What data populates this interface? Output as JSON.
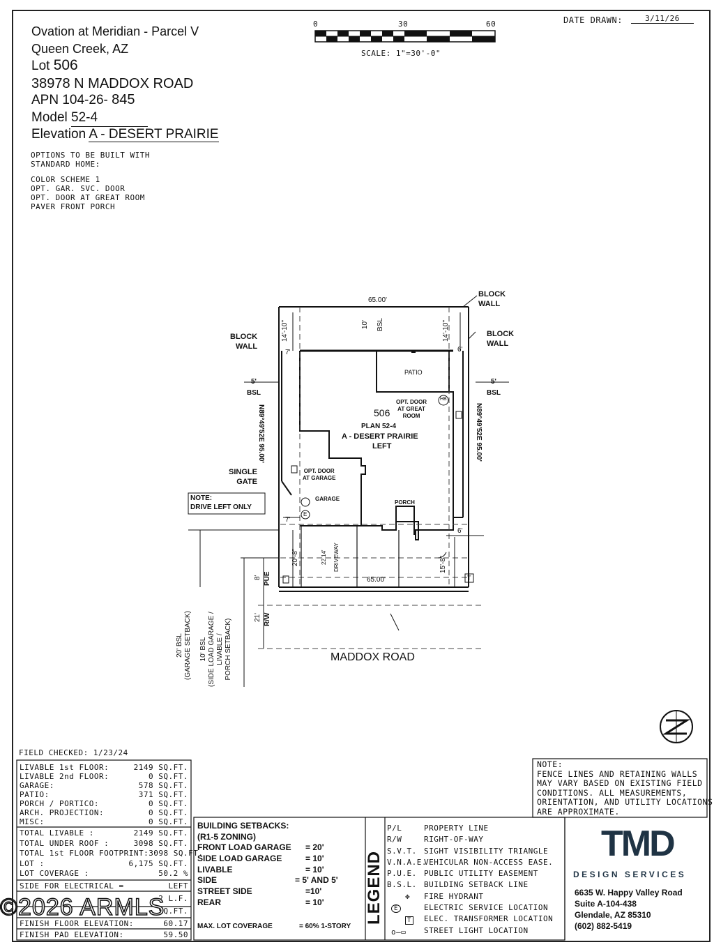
{
  "header": {
    "community": "Ovation at Meridian - Parcel V",
    "city": "Queen Creek, AZ",
    "lot_label": "Lot",
    "lot_number": "506",
    "address": "38978 N MADDOX ROAD",
    "apn_label": "APN 104-26-",
    "apn_suffix": "845",
    "model_label": "Model",
    "model_value": "52-4",
    "elevation_label": "Elevation",
    "elevation_value": "A - DESERT PRAIRIE"
  },
  "options": {
    "heading": [
      "OPTIONS TO BE BUILT WITH",
      "STANDARD HOME:"
    ],
    "items": [
      "COLOR SCHEME 1",
      "OPT. GAR. SVC. DOOR",
      "OPT. DOOR AT GREAT ROOM",
      "PAVER FRONT PORCH"
    ]
  },
  "scale_bar": {
    "ticks": [
      "0",
      "30",
      "60"
    ],
    "scale_text": "SCALE:  1\"=30'-0\""
  },
  "date": {
    "label": "DATE  DRAWN:",
    "value": "3/11/26"
  },
  "plan": {
    "lot_top_width": "65.00'",
    "lot_bottom_width": "65.00'",
    "rear_bsl": "10'",
    "rear_bsl_label": "BSL",
    "left_rear_dim": "14'-10\"",
    "right_rear_dim": "14'-10\"",
    "left_side_dim": "7'",
    "right_side_dim": "6'",
    "left_bsl": "5'",
    "left_bsl_label": "BSL",
    "right_bsl": "5'",
    "right_bsl_label": "BSL",
    "left_bearing": "N89°49'52E 95.00'",
    "right_bearing": "N89°49'52E 95.00'",
    "block_wall_rear": "BLOCK\nWALL",
    "block_wall_right": "BLOCK\nWALL",
    "block_wall_left": "BLOCK\nWALL",
    "single_gate": "SINGLE\nGATE",
    "patio": "PATIO",
    "lot_num": "506",
    "plan_name": "PLAN 52-4",
    "elevation": "A - DESERT PRAIRIE",
    "handing": "LEFT",
    "opt_door_great_room": "OPT. DOOR\nAT GREAT\nROOM",
    "opt_door_garage": "OPT. DOOR\nAT GARAGE",
    "garage": "GARAGE",
    "porch": "PORCH",
    "hb": "HB",
    "e": "E",
    "t": "T",
    "note_title": "NOTE:",
    "note_text": "DRIVE LEFT ONLY",
    "left_front_dim": "7'",
    "right_front_dim": "6'",
    "garage_setback_dim": "20'-8\"",
    "driveway_width": "22.14'",
    "driveway_label": "DRIVEWAY",
    "porch_setback_dim": "15'-8\"",
    "pue_dim": "8'",
    "pue_label": "PUE",
    "rw_dim": "21'",
    "rw_label": "R/W",
    "street": "MADDOX ROAD",
    "bsl20": "20' BSL\n(GARAGE SETBACK)",
    "bsl10": "10' BSL\n(SIDE LOAD GARAGE /\nLIVABLE /\nPORCH SETBACK)",
    "north": "N"
  },
  "field_checked": "FIELD  CHECKED:  1/23/24",
  "areas": [
    {
      "label": "LIVABLE  1st  FLOOR:",
      "value": "2149  SQ.FT."
    },
    {
      "label": "LIVABLE  2nd  FLOOR:",
      "value": "0  SQ.FT."
    },
    {
      "label": "GARAGE:",
      "value": "578  SQ.FT."
    },
    {
      "label": "PATIO:",
      "value": "371  SQ.FT."
    },
    {
      "label": "PORCH  /  PORTICO:",
      "value": "0  SQ.FT."
    },
    {
      "label": "ARCH.  PROJECTION:",
      "value": "0  SQ.FT."
    },
    {
      "label": "MISC:",
      "value": "0  SQ.FT."
    }
  ],
  "totals": [
    {
      "label": "TOTAL  LIVABLE  :",
      "value": "2149  SQ.FT."
    },
    {
      "label": "TOTAL  UNDER  ROOF  :",
      "value": "3098  SQ.FT."
    },
    {
      "label": "TOTAL  1st  FLOOR  FOOTPRINT:",
      "value": "3098  SQ.FT."
    },
    {
      "label": "LOT  :",
      "value": "6,175  SQ.FT."
    },
    {
      "label": "LOT  COVERAGE  :",
      "value": "50.2  %"
    }
  ],
  "electrical": [
    {
      "label": "SIDE  FOR  ELECTRICAL  =",
      "value": "LEFT"
    },
    {
      "label": "",
      "value": "2  L.F."
    },
    {
      "label": "",
      "value": "SQ.FT."
    }
  ],
  "elevations": [
    {
      "label": "FINISH  FLOOR  ELEVATION:",
      "value": "60.17"
    },
    {
      "label": "FINISH  PAD  ELEVATION:",
      "value": "59.50"
    }
  ],
  "setbacks": {
    "title": "BUILDING SETBACKS:",
    "zoning": "(R1-5 ZONING)",
    "rows": [
      {
        "label": "FRONT LOAD GARAGE",
        "value": "= 20'"
      },
      {
        "label": "SIDE LOAD GARAGE",
        "value": "= 10'"
      },
      {
        "label": "LIVABLE",
        "value": "= 10'"
      },
      {
        "label": "SIDE",
        "value": "= 5' AND 5'"
      },
      {
        "label": "STREET SIDE",
        "value": "=10'"
      },
      {
        "label": "REAR",
        "value": "= 10'"
      }
    ],
    "coverage_label": "MAX. LOT COVERAGE",
    "coverage_value": "= 60% 1-STORY"
  },
  "legend": {
    "title": "LEGEND",
    "rows": [
      {
        "abbr": "P/L",
        "desc": "PROPERTY  LINE"
      },
      {
        "abbr": "R/W",
        "desc": "RIGHT-OF-WAY"
      },
      {
        "abbr": "S.V.T.",
        "desc": "SIGHT  VISIBILITY  TRIANGLE"
      },
      {
        "abbr": "V.N.A.E.",
        "desc": "VEHICULAR  NON-ACCESS  EASE."
      },
      {
        "abbr": "P.U.E.",
        "desc": "PUBLIC  UTILITY  EASEMENT"
      },
      {
        "abbr": "B.S.L.",
        "desc": "BUILDING  SETBACK  LINE"
      },
      {
        "abbr": "",
        "desc": "FIRE  HYDRANT"
      },
      {
        "abbr": "E",
        "desc": "ELECTRIC  SERVICE  LOCATION"
      },
      {
        "abbr": "T",
        "desc": "ELEC.  TRANSFORMER  LOCATION"
      },
      {
        "abbr": "",
        "desc": "STREET  LIGHT  LOCATION"
      }
    ]
  },
  "note": {
    "title": "NOTE:",
    "lines": [
      "FENCE  LINES  AND  RETAINING  WALLS",
      "MAY  VARY  BASED  ON  EXISTING  FIELD",
      "CONDITIONS.   ALL  MEASUREMENTS,",
      "ORIENTATION,  AND  UTILITY  LOCATIONS",
      "ARE  APPROXIMATE."
    ]
  },
  "company": {
    "logo": "TMD",
    "tagline": "DESIGN  SERVICES",
    "address1": "6635 W. Happy Valley Road",
    "address2": "Suite A-104-438",
    "address3": "Glendale, AZ 85310",
    "phone": "(602) 882-5419"
  },
  "watermark": "©2026 ARMLS"
}
